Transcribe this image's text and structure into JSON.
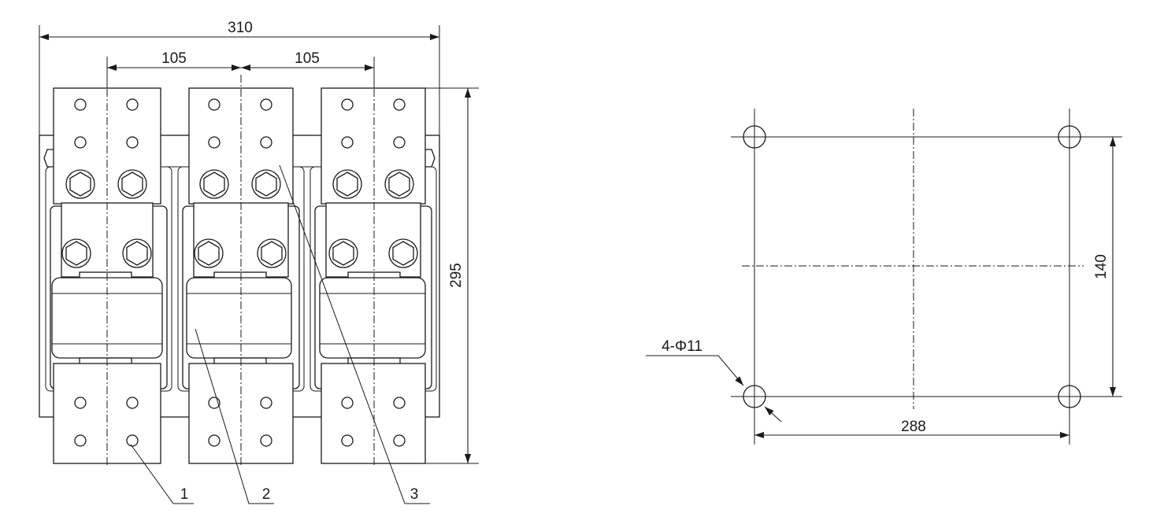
{
  "front_view": {
    "dimensions": {
      "overall_width": "310",
      "pole_pitch_left": "105",
      "pole_pitch_right": "105",
      "overall_height": "295"
    },
    "callouts": [
      "1",
      "2",
      "3"
    ]
  },
  "mounting_plan": {
    "dimensions": {
      "hole_spacing_horizontal": "288",
      "hole_spacing_vertical": "140"
    },
    "hole_note": "4-Φ11"
  }
}
